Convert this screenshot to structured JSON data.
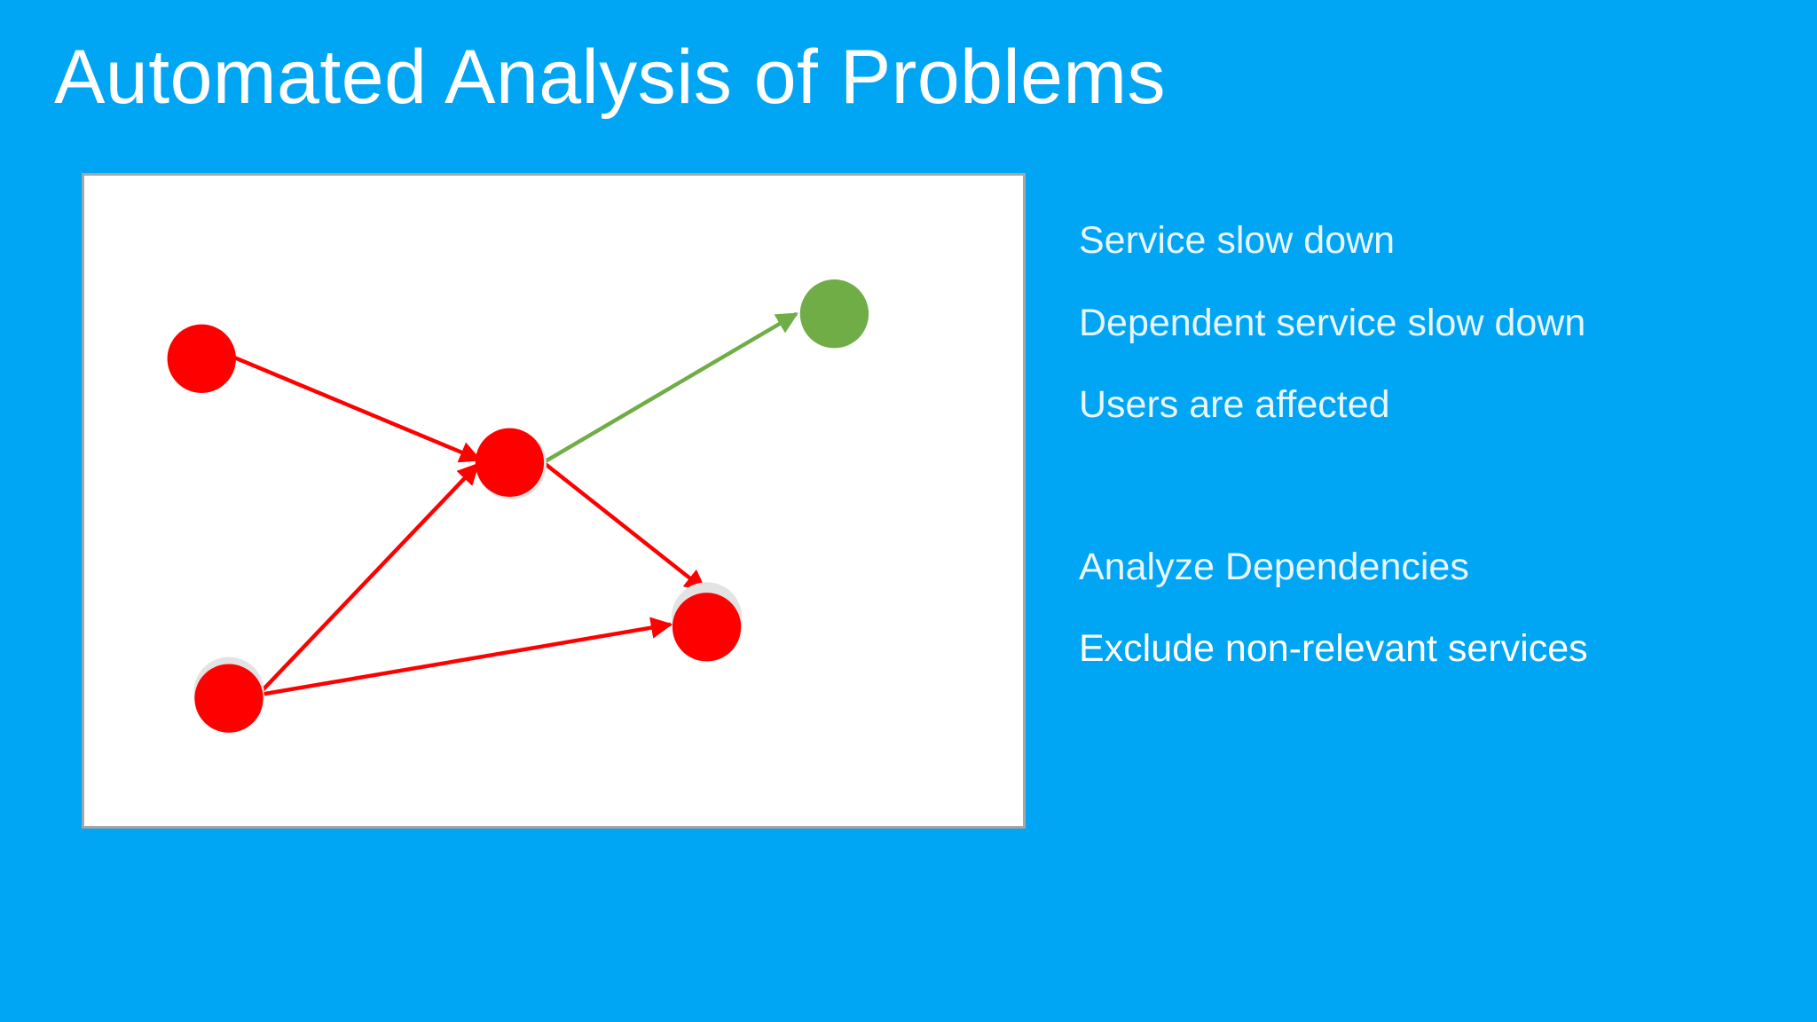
{
  "slide": {
    "title": "Automated Analysis of Problems",
    "background_color": "#00a5f4"
  },
  "diagram": {
    "node_colors": {
      "problem": "#ff0000",
      "healthy": "#70ad47",
      "panel": "#ffffff",
      "panel_border": "#a6a6a6"
    },
    "nodes": [
      {
        "id": "n1",
        "state": "problem"
      },
      {
        "id": "n2",
        "state": "problem"
      },
      {
        "id": "n3",
        "state": "healthy"
      },
      {
        "id": "n4",
        "state": "problem"
      },
      {
        "id": "n5",
        "state": "problem"
      }
    ],
    "edges": [
      {
        "from": "n1",
        "to": "n2",
        "state": "problem"
      },
      {
        "from": "n2",
        "to": "n3",
        "state": "healthy"
      },
      {
        "from": "n2",
        "to": "n4",
        "state": "problem"
      },
      {
        "from": "n5",
        "to": "n2",
        "state": "problem"
      },
      {
        "from": "n5",
        "to": "n4",
        "state": "problem"
      }
    ]
  },
  "bullets": {
    "items": [
      "Service slow down",
      "Dependent service slow down",
      "Users are affected",
      "Analyze Dependencies",
      "Exclude non-relevant services"
    ]
  }
}
